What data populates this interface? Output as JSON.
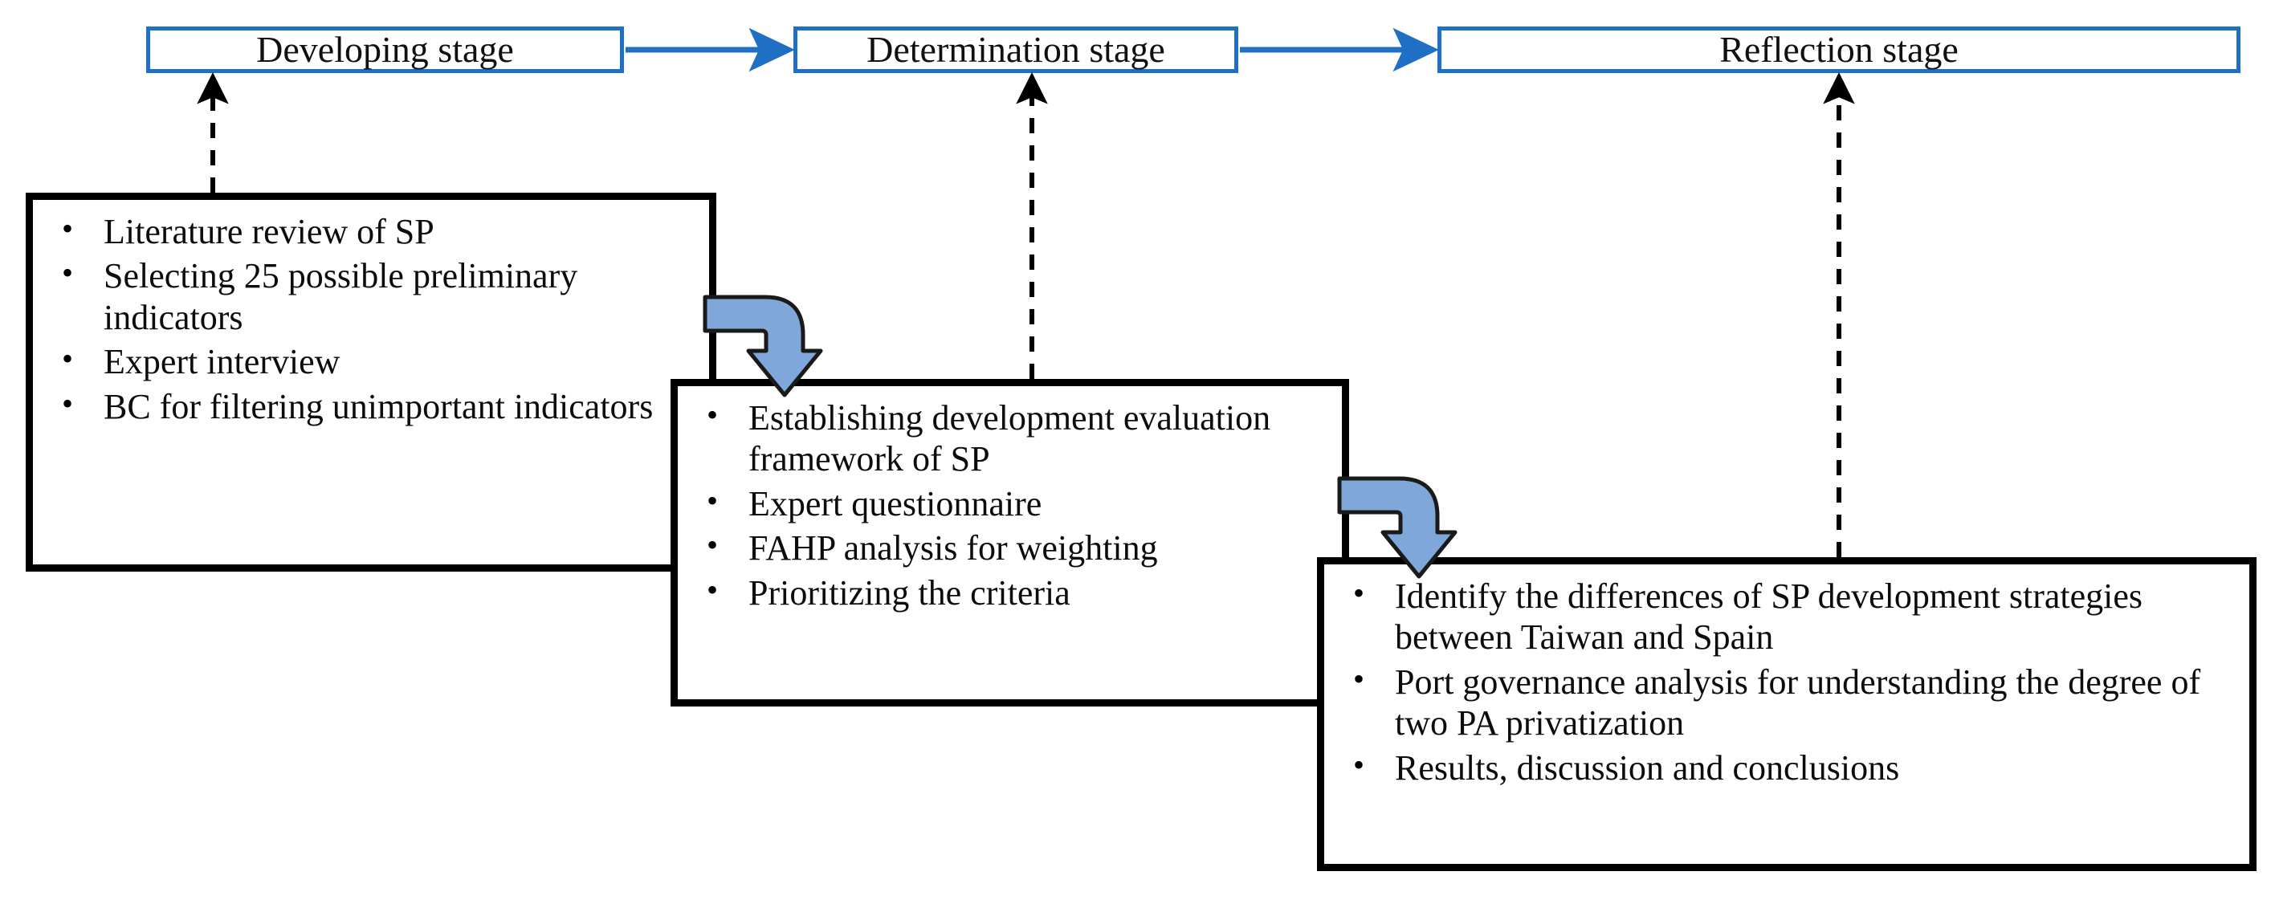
{
  "diagram": {
    "title": "Research framework stages flowchart",
    "colors": {
      "stage_border": "#1F6FC4",
      "stage_arrow": "#1F6FC4",
      "curved_arrow_fill": "#7FA7D9",
      "curved_arrow_stroke": "#1A1A1A",
      "box_border": "#000000",
      "dashed_connector": "#000000",
      "background": "#FFFFFF",
      "text": "#101010"
    }
  },
  "stages": [
    {
      "id": "developing",
      "label": "Developing stage"
    },
    {
      "id": "determination",
      "label": "Determination stage"
    },
    {
      "id": "reflection",
      "label": "Reflection stage"
    }
  ],
  "stage_arrows": [
    {
      "from": "developing",
      "to": "determination",
      "style": "solid-arrow"
    },
    {
      "from": "determination",
      "to": "reflection",
      "style": "solid-arrow"
    }
  ],
  "content_boxes": [
    {
      "id": "developing-activities",
      "linked_stage": "developing",
      "items": [
        "Literature review of SP",
        "Selecting 25 possible preliminary indicators",
        "Expert interview",
        "BC for filtering unimportant indicators"
      ]
    },
    {
      "id": "determination-activities",
      "linked_stage": "determination",
      "items": [
        "Establishing development evaluation framework of SP",
        "Expert questionnaire",
        "FAHP analysis for weighting",
        "Prioritizing the criteria"
      ]
    },
    {
      "id": "reflection-activities",
      "linked_stage": "reflection",
      "items": [
        "Identify the differences of SP development strategies between Taiwan and Spain",
        "Port governance analysis for understanding the degree of two PA privatization",
        "Results, discussion and conclusions"
      ]
    }
  ],
  "dashed_connectors": [
    {
      "from": "developing",
      "to": "developing-activities",
      "style": "dashed-double-arrow"
    },
    {
      "from": "determination",
      "to": "determination-activities",
      "style": "dashed-double-arrow"
    },
    {
      "from": "reflection",
      "to": "reflection-activities",
      "style": "dashed-double-arrow"
    }
  ],
  "curved_arrows": [
    {
      "from": "developing-activities",
      "to": "determination-activities",
      "style": "elbow-right-down"
    },
    {
      "from": "determination-activities",
      "to": "reflection-activities",
      "style": "elbow-right-down"
    }
  ]
}
